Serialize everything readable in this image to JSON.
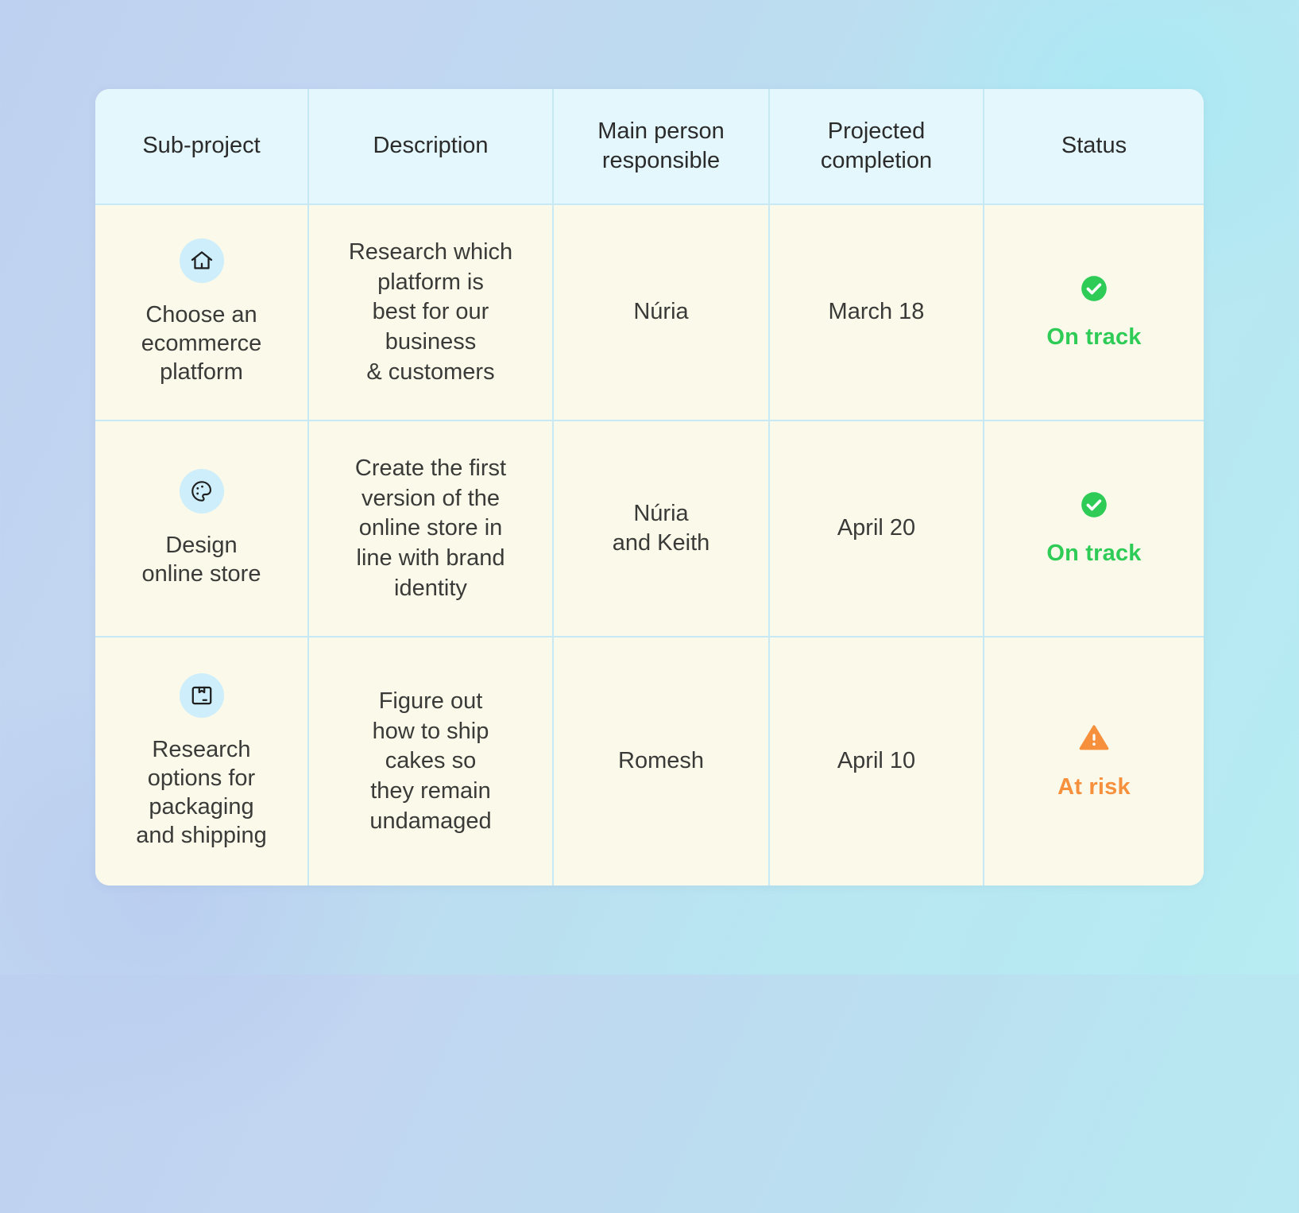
{
  "table": {
    "columns": [
      {
        "key": "subproject",
        "label": "Sub-project"
      },
      {
        "key": "description",
        "label": "Description"
      },
      {
        "key": "person",
        "label": "Main person\nresponsible"
      },
      {
        "key": "date",
        "label": "Projected\ncompletion"
      },
      {
        "key": "status",
        "label": "Status"
      }
    ],
    "header": {
      "col1": "Sub-project",
      "col2": "Description",
      "col3_line1": "Main person",
      "col3_line2": "responsible",
      "col4_line1": "Projected",
      "col4_line2": "completion",
      "col5": "Status"
    },
    "rows": [
      {
        "icon": "home-icon",
        "subproject_line1": "Choose an",
        "subproject_line2": "ecommerce",
        "subproject_line3": "platform",
        "description_line1": "Research which",
        "description_line2": "platform is",
        "description_line3": "best for our",
        "description_line4": "business",
        "description_line5": "& customers",
        "person": "Núria",
        "person_line2": "",
        "date": "March 18",
        "status_label": "On track",
        "status_kind": "on-track",
        "status_icon": "check-circle-icon"
      },
      {
        "icon": "palette-icon",
        "subproject_line1": "Design",
        "subproject_line2": "online store",
        "subproject_line3": "",
        "description_line1": "Create the first",
        "description_line2": "version of the",
        "description_line3": "online store in",
        "description_line4": "line with brand",
        "description_line5": "identity",
        "person": "Núria",
        "person_line2": "and Keith",
        "date": "April 20",
        "status_label": "On track",
        "status_kind": "on-track",
        "status_icon": "check-circle-icon"
      },
      {
        "icon": "package-box-icon",
        "subproject_line1": "Research",
        "subproject_line2": "options for",
        "subproject_line3": "packaging",
        "subproject_line4": "and shipping",
        "description_line1": "Figure out",
        "description_line2": "how to ship",
        "description_line3": "cakes so",
        "description_line4": "they remain",
        "description_line5": "undamaged",
        "person": "Romesh",
        "person_line2": "",
        "date": "April 10",
        "status_label": "At risk",
        "status_kind": "at-risk",
        "status_icon": "warning-triangle-icon"
      }
    ]
  },
  "colors": {
    "header_bg": "#e3f7fc",
    "row_bg": "#fbfaea",
    "grid_line": "#c6e9f5",
    "icon_bubble": "#cdeefa",
    "text": "#3a3a38",
    "status_on_track": "#2ecc57",
    "status_at_risk": "#f6903c",
    "page_bg_start": "#bed1f0",
    "page_bg_end": "#b6ecf2"
  }
}
